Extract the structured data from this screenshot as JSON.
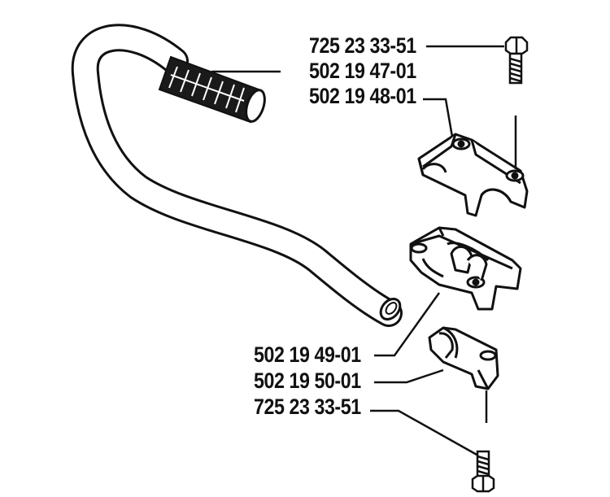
{
  "parts": {
    "top_bolt": "725 23 33-51",
    "grip": "502 19 47-01",
    "upper_clamp": "502 19 48-01",
    "lower_clamp": "502 19 49-01",
    "clamp_half": "502 19 50-01",
    "bottom_bolt": "725 23 33-51"
  }
}
